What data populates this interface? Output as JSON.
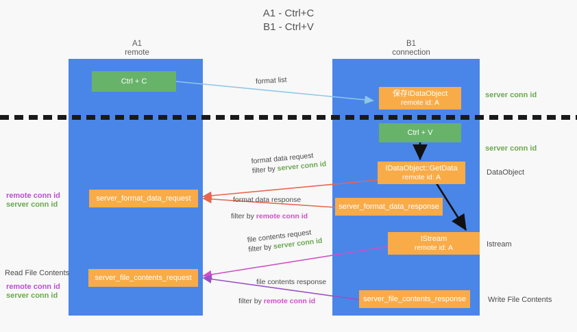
{
  "title": {
    "line1": "A1 - Ctrl+C",
    "line2": "B1 - Ctrl+V"
  },
  "lanes": [
    {
      "id": "a1",
      "name": "A1",
      "sub": "remote",
      "color": "#4a86e8"
    },
    {
      "id": "b1",
      "name": "B1",
      "sub": "connection",
      "color": "#4a86e8"
    }
  ],
  "nodes": {
    "ctrl_c": {
      "line1": "Ctrl + C",
      "line2": "",
      "color": "#67b36a"
    },
    "save_idataobject": {
      "line1": "保存IDataObject",
      "line2": "remote id: A",
      "color": "#f9ab48"
    },
    "ctrl_v": {
      "line1": "Ctrl + V",
      "line2": "",
      "color": "#67b36a"
    },
    "getdata": {
      "line1": "IDataObject::GetData",
      "line2": "remote id: A",
      "color": "#f9ab48"
    },
    "istream": {
      "line1": "IStream",
      "line2": "remote id: A",
      "color": "#f9ab48"
    },
    "fmt_req": {
      "line1": "server_format_data_request",
      "line2": "",
      "color": "#f9ab48"
    },
    "fmt_resp": {
      "line1": "server_format_data_response",
      "line2": "",
      "color": "#f9ab48"
    },
    "file_req": {
      "line1": "server_file_contents_request",
      "line2": "",
      "color": "#f9ab48"
    },
    "file_resp": {
      "line1": "server_file_contents_response",
      "line2": "",
      "color": "#f9ab48"
    }
  },
  "edge_labels": {
    "format_list": {
      "text": "format list"
    },
    "fmt_data_request": {
      "l1": "format data request",
      "l2_pre": "filter by ",
      "l2_key": "server conn id"
    },
    "fmt_data_response": {
      "l1": "format data response",
      "l2_pre": "filter by ",
      "l2_key": "remote conn id"
    },
    "file_req_lbl": {
      "l1": "file contents request",
      "l2_pre": "filter by ",
      "l2_key": "server conn id"
    },
    "file_resp_lbl": {
      "l1": "file contents response",
      "l2_pre": "filter by ",
      "l2_key": "remote conn id"
    }
  },
  "annotations": {
    "right_server_conn_1": "server conn id",
    "right_server_conn_2": "server conn id",
    "right_dataobject": "DataObject",
    "right_istream": "Istream",
    "right_write_file": "Write File Contents",
    "left_remote_conn_1": "remote conn id",
    "left_server_conn_1": "server conn id",
    "left_read_file": "Read File Contents",
    "left_remote_conn_2": "remote conn id",
    "left_server_conn_2": "server conn id"
  },
  "colors": {
    "lane": "#4a86e8",
    "green_text": "#6aa84f",
    "purple_text": "#b84fcf",
    "magenta_arrow": "#cf4fc7",
    "red_arrow": "#e8664f",
    "blue_arrow": "#8ec7e8",
    "black_arrow": "#111111",
    "orange_node": "#f9ab48",
    "green_node": "#67b36a"
  }
}
